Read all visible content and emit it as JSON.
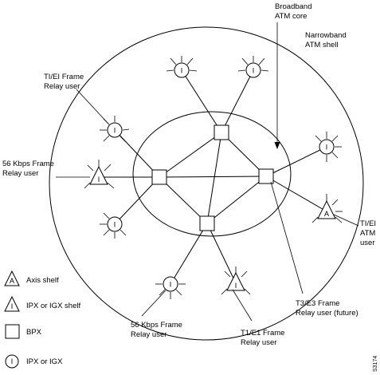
{
  "labels": {
    "broadband_core": [
      "Broadband",
      "ATM core"
    ],
    "narrowband_shell": [
      "Narrowband",
      "ATM shell"
    ],
    "tiei_frame_relay": [
      "TI/EI Frame",
      "Relay user"
    ],
    "kbps56_frame_relay_left": [
      "56 Kbps Frame",
      "Relay user"
    ],
    "tiei_atm": [
      "TI/EI",
      "ATM",
      "user"
    ],
    "t3e3_frame_relay": [
      "T3/E3 Frame",
      "Relay user (future)"
    ],
    "t1e1_frame_relay": [
      "T1/E1 Frame",
      "Relay user"
    ],
    "kbps56_frame_relay_bottom": [
      "56 Kbps Frame",
      "Relay user"
    ]
  },
  "symbols": {
    "igx": "I",
    "axis": "A"
  },
  "legend": {
    "axis": "Axis shelf",
    "ipx_igx_shelf": "IPX or IGX shelf",
    "bpx": "BPX",
    "ipx_igx": "IPX or IGX"
  },
  "figure_code": "S3174"
}
